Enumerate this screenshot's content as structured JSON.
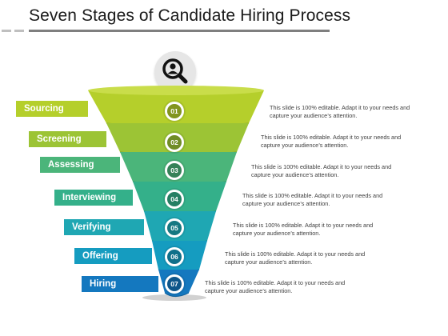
{
  "title": "Seven Stages of Candidate Hiring Process",
  "icon": "search-user-icon",
  "colors": {
    "stage1": "#b5cf2b",
    "stage2": "#9cc435",
    "stage3": "#4bb57a",
    "stage4": "#34b08a",
    "stage5": "#1fa7b3",
    "stage6": "#159cc0",
    "stage7": "#1478bf"
  },
  "stages": [
    {
      "label": "Sourcing",
      "number": "01",
      "description": "This slide is 100% editable. Adapt it to your needs and capture your audience’s attention."
    },
    {
      "label": "Screening",
      "number": "02",
      "description": "This slide is 100% editable. Adapt it to your needs and capture your audience’s attention."
    },
    {
      "label": "Assessing",
      "number": "03",
      "description": "This slide is 100% editable. Adapt it to your needs and capture your audience’s attention."
    },
    {
      "label": "Interviewing",
      "number": "04",
      "description": "This slide is 100% editable. Adapt it to your needs and capture your audience’s attention."
    },
    {
      "label": "Verifying",
      "number": "05",
      "description": "This slide is 100% editable. Adapt it to your needs and capture your audience’s attention."
    },
    {
      "label": "Offering",
      "number": "06",
      "description": "This slide is 100% editable. Adapt it to your needs and capture your audience’s attention."
    },
    {
      "label": "Hiring",
      "number": "07",
      "description": "This slide is 100% editable. Adapt it to your needs and capture your audience’s attention."
    }
  ]
}
